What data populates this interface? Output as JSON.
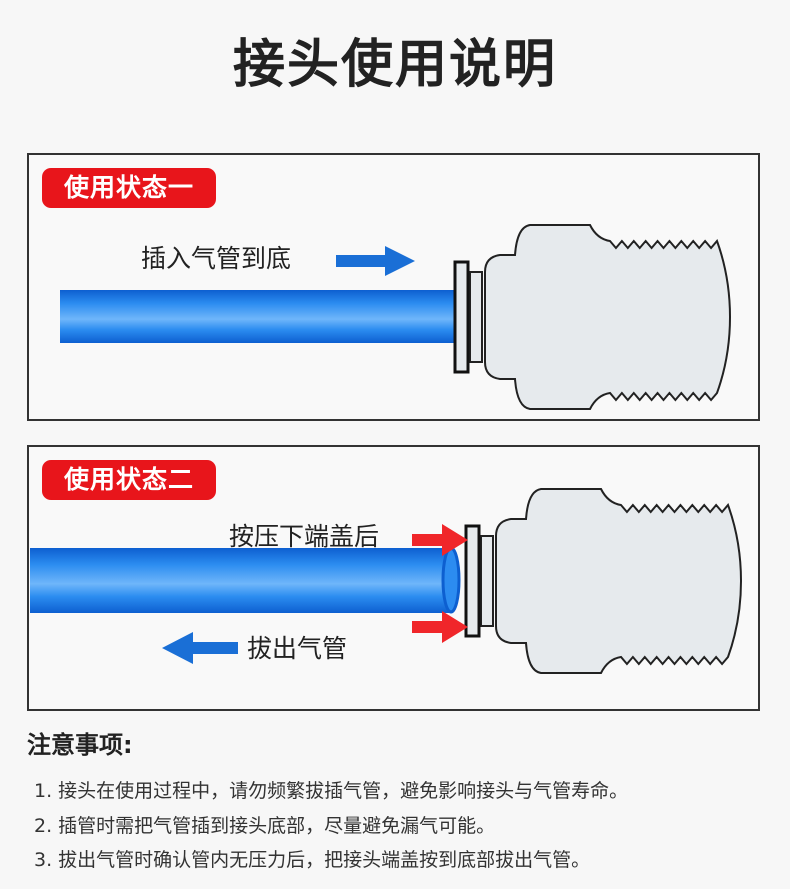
{
  "title": "接头使用说明",
  "panel1": {
    "badge": "使用状态一",
    "label": "插入气管到底"
  },
  "panel2": {
    "badge": "使用状态二",
    "label_press": "按压下端盖后",
    "label_pull": "拔出气管"
  },
  "notes": {
    "heading": "注意事项:",
    "items": [
      "1. 接头在使用过程中，请勿频繁拔插气管，避免影响接头与气管寿命。",
      "2. 插管时需把气管插到接头底部，尽量避免漏气可能。",
      "3. 拔出气管时确认管内无压力后，把接头端盖按到底部拔出气管。"
    ]
  },
  "colors": {
    "badge": "#e8151b",
    "tube": "#1a7ee8",
    "arrow_blue": "#1a6fd6",
    "arrow_red": "#f0262a",
    "fitting": "#e6eaed"
  }
}
